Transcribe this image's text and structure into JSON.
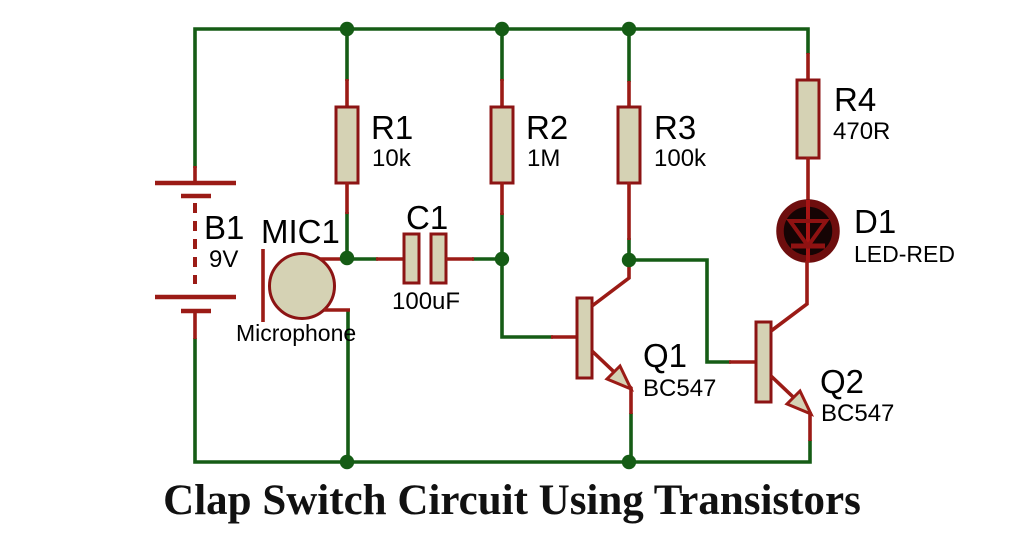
{
  "title": "Clap Switch Circuit Using Transistors",
  "colors": {
    "wire": "#155c15",
    "lead": "#9b1b16",
    "outline": "#8c1414",
    "fill": "#d5d2b4",
    "led_fill": "#150404",
    "led_ring": "#6e0e0e",
    "led_symbol": "#8f1212",
    "text": "#000000"
  },
  "components": {
    "battery": {
      "ref": "B1",
      "value": "9V"
    },
    "microphone": {
      "ref": "MIC1",
      "value": "Microphone"
    },
    "resistor_r1": {
      "ref": "R1",
      "value": "10k"
    },
    "resistor_r2": {
      "ref": "R2",
      "value": "1M"
    },
    "resistor_r3": {
      "ref": "R3",
      "value": "100k"
    },
    "resistor_r4": {
      "ref": "R4",
      "value": "470R"
    },
    "capacitor_c1": {
      "ref": "C1",
      "value": "100uF"
    },
    "transistor_q1": {
      "ref": "Q1",
      "value": "BC547"
    },
    "transistor_q2": {
      "ref": "Q2",
      "value": "BC547"
    },
    "led_d1": {
      "ref": "D1",
      "value": "LED-RED"
    }
  }
}
